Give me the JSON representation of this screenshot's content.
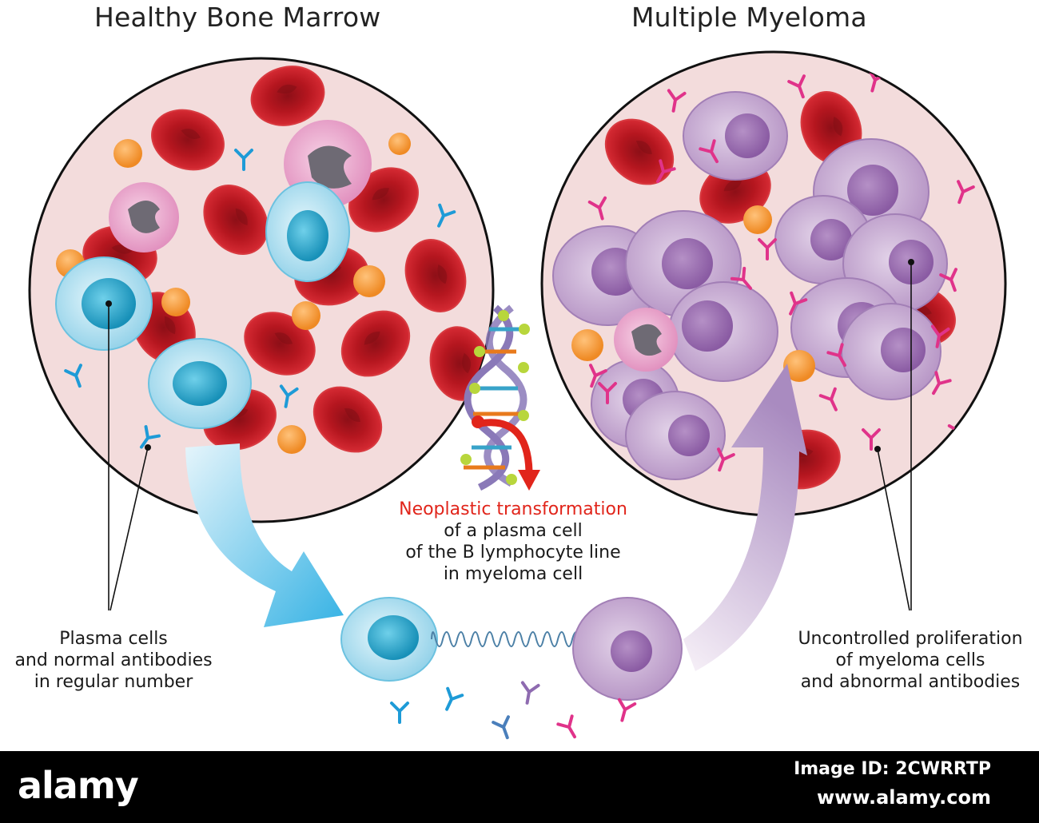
{
  "titles": {
    "healthy": "Healthy Bone Marrow",
    "myeloma": "Multiple Myeloma"
  },
  "labels": {
    "left": [
      "Plasma cells",
      "and normal antibodies",
      "in regular number"
    ],
    "right": [
      "Uncontrolled proliferation",
      "of myeloma cells",
      "and abnormal antibodies"
    ],
    "center_highlight": "Neoplastic transformation",
    "center": [
      "of a plasma cell",
      "of the B lymphocyte line",
      "in myeloma cell"
    ]
  },
  "colors": {
    "marrow_bg": "#f3dcdc",
    "red_cell": "#c8202a",
    "plasma_cell": "#a8dff0",
    "myeloma_cell": "#c7a8cf",
    "normal_antibody": "#1e9bd7",
    "abnormal_antibody": "#e0338a",
    "highlight_text": "#e1251b"
  },
  "footer": {
    "brand": "alamy",
    "image_id": "Image ID: 2CWRRTP",
    "site": "www.alamy.com"
  }
}
